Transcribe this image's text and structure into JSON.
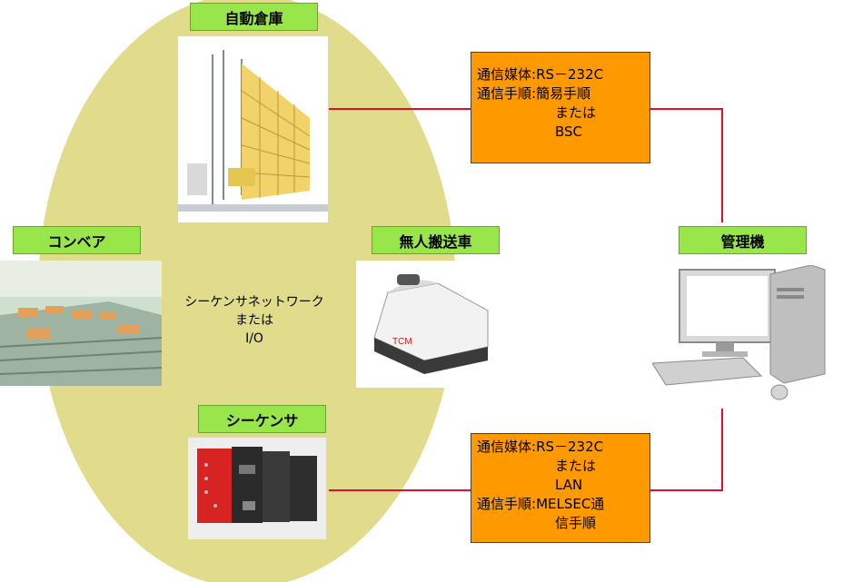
{
  "nodes": {
    "warehouse": "自動倉庫",
    "conveyor": "コンベア",
    "agv": "無人搬送車",
    "sequencer": "シーケンサ",
    "manager": "管理機"
  },
  "center": {
    "line1": "シーケンサネットワーク",
    "line2": "または",
    "line3": "I/O"
  },
  "top_box": {
    "media_key": "通信媒体:",
    "media_val": "RS－232C",
    "proc_key": "通信手順:",
    "proc_val": "簡易手順",
    "proc_line2": "または",
    "proc_line3": "BSC"
  },
  "bottom_box": {
    "media_key": "通信媒体:",
    "media_val": "RS－232C",
    "media_line2": "または",
    "media_line3": "LAN",
    "proc_key": "通信手順:",
    "proc_val": "MELSEC通",
    "proc_line2": "信手順"
  },
  "colors": {
    "ellipse": "#e0dc8c",
    "label_bg": "#99e64a",
    "box_bg": "#ff9900",
    "link": "#e0102a"
  }
}
